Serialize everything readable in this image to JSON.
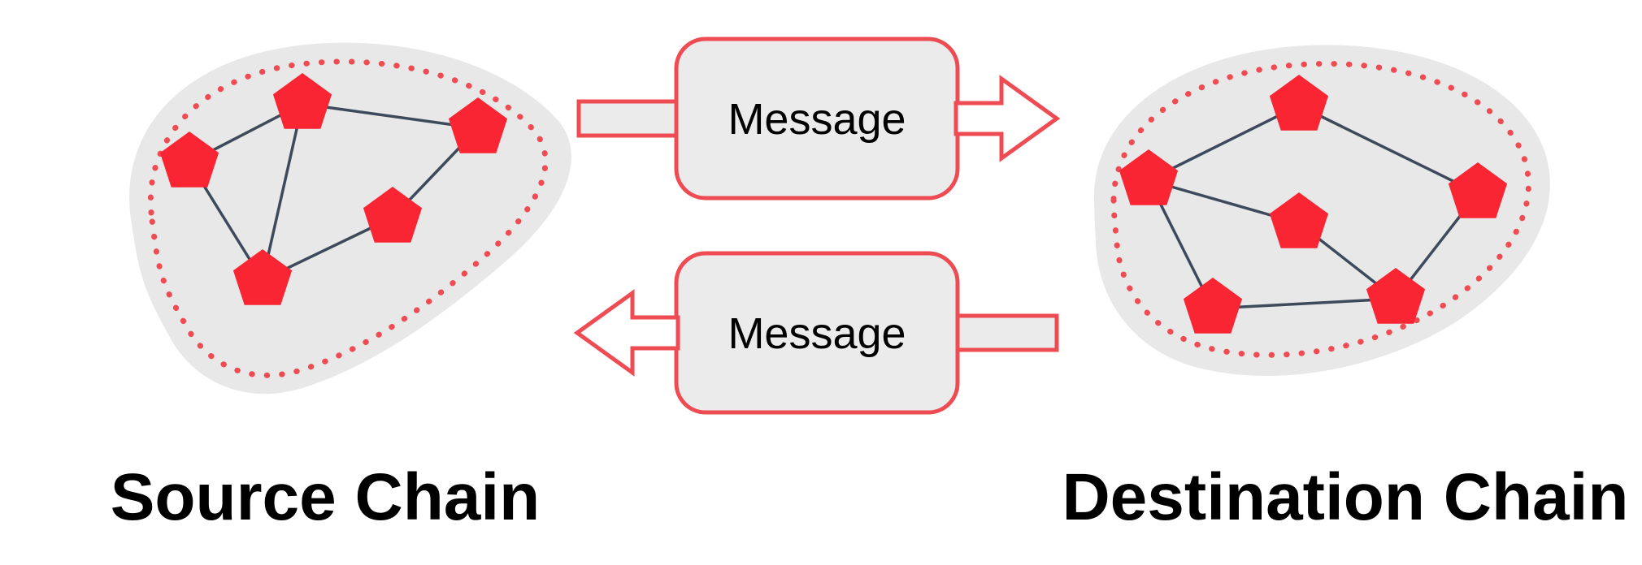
{
  "source_chain": {
    "label": "Source Chain",
    "node_count": 5
  },
  "destination_chain": {
    "label": "Destination Chain",
    "node_count": 6
  },
  "messages": {
    "forward": {
      "label": "Message",
      "direction": "left-to-right"
    },
    "backward": {
      "label": "Message",
      "direction": "right-to-left"
    }
  },
  "colors": {
    "node_red": "#FA2533",
    "outline_red": "#EE4B52",
    "blob_gray": "#E8E8E8",
    "box_fill": "#EBEBEB",
    "edge_slate": "#3D4A5B",
    "label_black": "#000000",
    "arrowhead_fill": "#FFFFFF"
  }
}
